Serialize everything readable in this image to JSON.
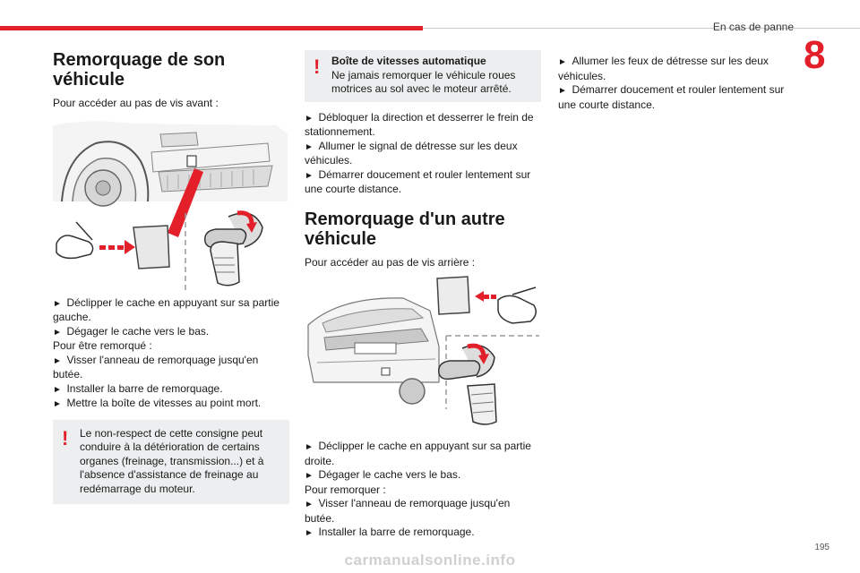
{
  "header": {
    "section_title": "En cas de panne",
    "chapter_number": "8"
  },
  "footer": {
    "page_number": "195",
    "watermark": "carmanualsonline.info"
  },
  "col1": {
    "heading": "Remorquage de son véhicule",
    "intro": "Pour accéder au pas de vis avant :",
    "lines": [
      "Déclipper le cache en appuyant sur sa partie gauche.",
      "Dégager le cache vers le bas."
    ],
    "subintro": "Pour être remorqué :",
    "lines2": [
      "Visser l'anneau de remorquage jusqu'en butée.",
      "Installer la barre de remorquage.",
      "Mettre la boîte de vitesses au point mort."
    ],
    "warning": "Le non-respect de cette consigne peut conduire à la détérioration de certains organes (freinage, transmission...) et à l'absence d'assistance de freinage au redémarrage du moteur."
  },
  "col2": {
    "warning_title": "Boîte de vitesses automatique",
    "warning_text": "Ne jamais remorquer le véhicule roues motrices au sol avec le moteur arrêté.",
    "lines": [
      "Débloquer la direction et desserrer le frein de stationnement.",
      "Allumer le signal de détresse sur les deux véhicules.",
      "Démarrer doucement et rouler lentement sur une courte distance."
    ],
    "heading": "Remorquage d'un autre véhicule",
    "intro": "Pour accéder au pas de vis arrière :",
    "lines2": [
      "Déclipper le cache en appuyant sur sa partie droite.",
      "Dégager le cache vers le bas."
    ],
    "subintro": "Pour remorquer :",
    "lines3": [
      "Visser l'anneau de remorquage jusqu'en butée.",
      "Installer la barre de remorquage."
    ]
  },
  "col3": {
    "lines": [
      "Allumer les feux de détresse sur les deux véhicules.",
      "Démarrer doucement et rouler lentement sur une courte distance."
    ]
  },
  "colors": {
    "accent": "#e3202a",
    "warning_bg": "#eceeef"
  }
}
